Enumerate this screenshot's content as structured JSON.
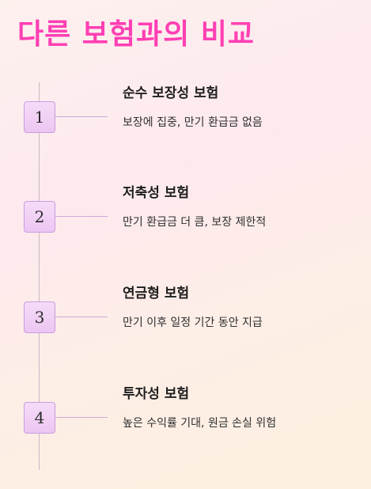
{
  "title": "다른 보험과의 비교",
  "steps": [
    {
      "number": "1",
      "title": "순수 보장성 보험",
      "description": "보장에 집중, 만기 환급금 없음"
    },
    {
      "number": "2",
      "title": "저축성 보험",
      "description": "만기 환급금 더 큼, 보장 제한적"
    },
    {
      "number": "3",
      "title": "연금형 보험",
      "description": "만기 이후 일정 기간 동안 지급"
    },
    {
      "number": "4",
      "title": "투자성 보험",
      "description": "높은 수익률 기대, 원금 손실 위험"
    }
  ]
}
